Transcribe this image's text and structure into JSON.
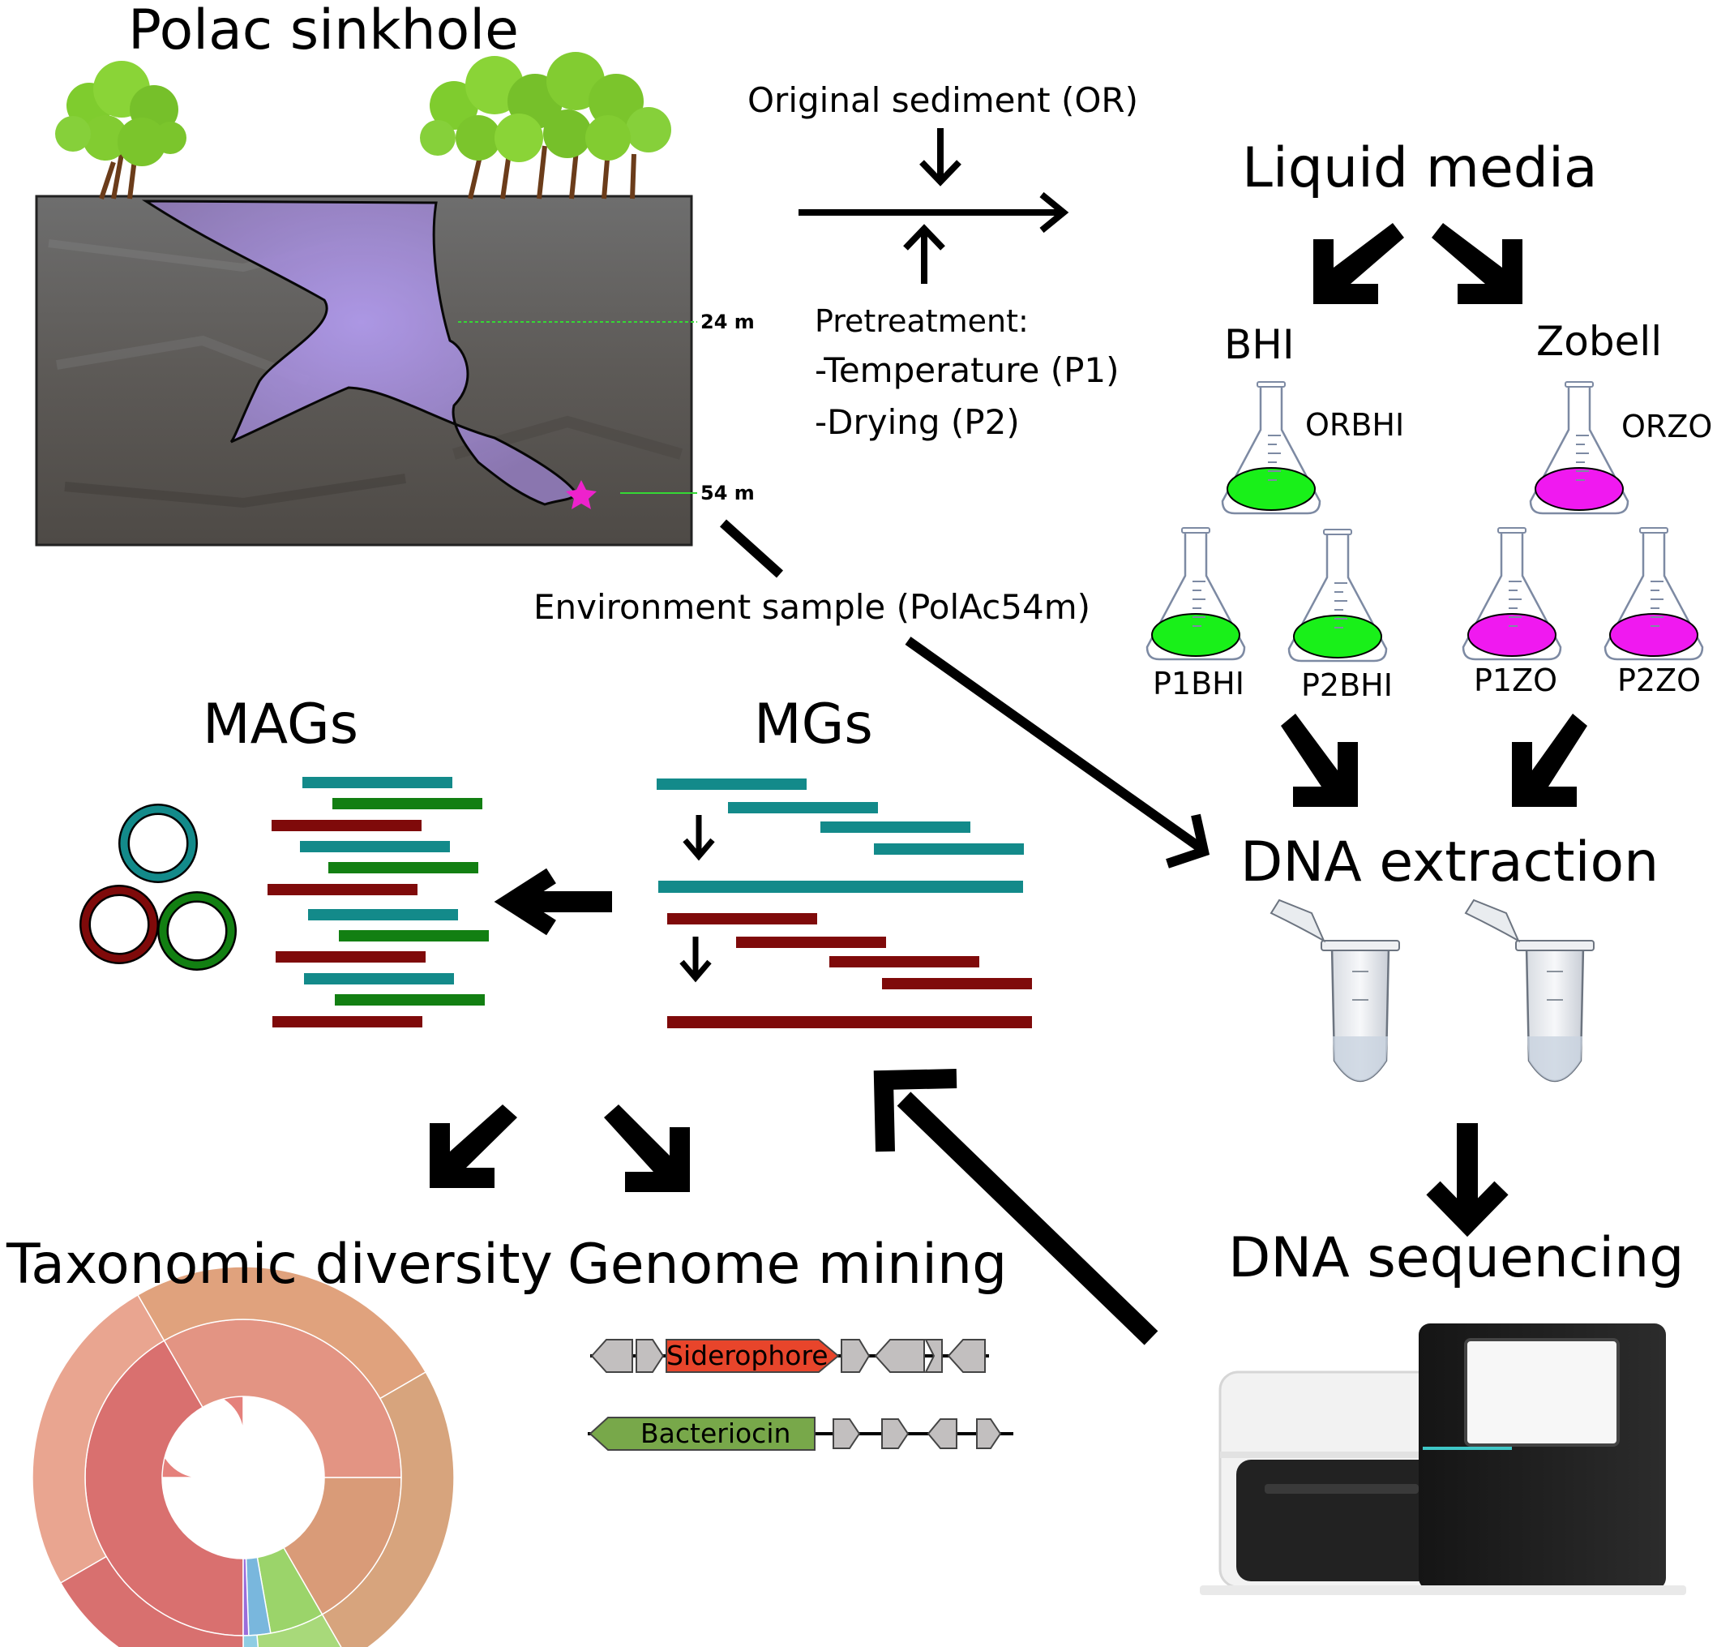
{
  "sinkhole": {
    "title": "Polac sinkhole",
    "depth_a": "24 m",
    "depth_b": "54 m"
  },
  "pretreatment": {
    "original": "Original sediment (OR)",
    "header": "Pretreatment:",
    "line1": "-Temperature (P1)",
    "line2": "-Drying (P2)"
  },
  "media": {
    "title": "Liquid media",
    "bhi": "BHI",
    "zobell": "Zobell",
    "orbhi": "ORBHI",
    "orzo": "ORZO",
    "p1bhi": "P1BHI",
    "p2bhi": "P2BHI",
    "p1zo": "P1ZO",
    "p2zo": "P2ZO",
    "colors": {
      "bhi": "#19f019",
      "zobell": "#f019f0"
    }
  },
  "environment_sample": "Environment sample (PolAc54m)",
  "mags": {
    "title": "MAGs"
  },
  "mgs": {
    "title": "MGs"
  },
  "dna_extraction": "DNA extraction",
  "dna_sequencing": "DNA sequencing",
  "taxonomic_diversity": "Taxonomic diversity",
  "genome_mining": {
    "title": "Genome mining",
    "gene1": "Siderophore",
    "gene2": "Bacteriocin",
    "colors": {
      "siderophore": "#e8452b",
      "bacteriocin": "#78a84a"
    }
  },
  "palette": {
    "teal": "#138a8a",
    "darkred": "#7f0a0a",
    "green": "#127f12",
    "cave": "#a98ee0"
  }
}
